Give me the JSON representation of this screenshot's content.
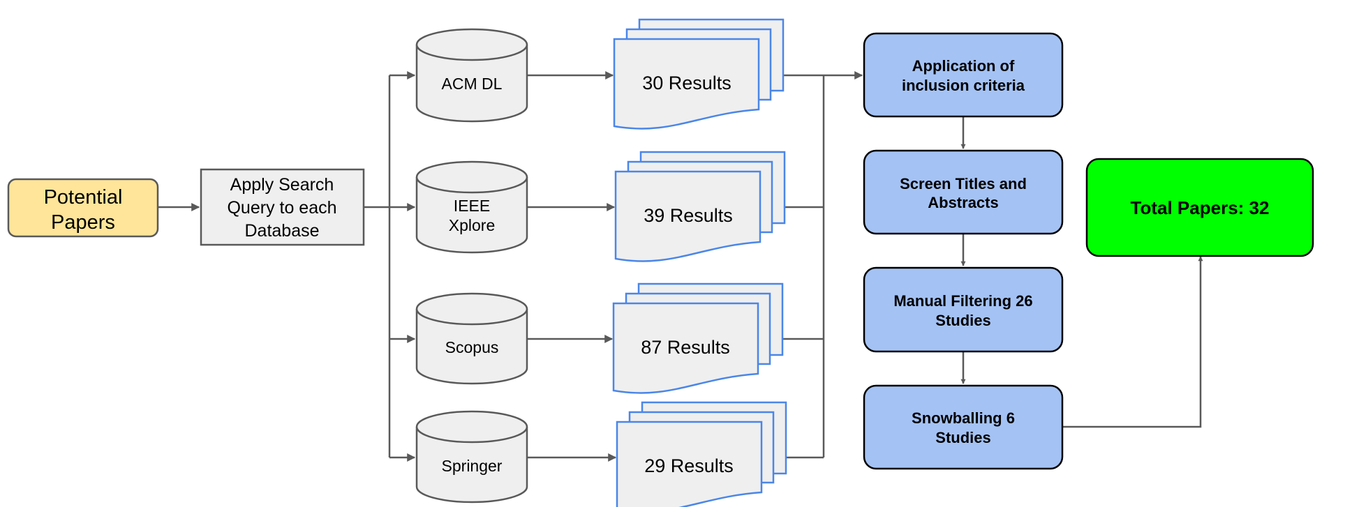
{
  "start": {
    "line1": "Potential",
    "line2": "Papers",
    "fill": "#ffe599"
  },
  "query": {
    "line1": "Apply Search",
    "line2": "Query to each",
    "line3": "Database"
  },
  "databases": [
    {
      "line1": "ACM DL",
      "line2": ""
    },
    {
      "line1": "IEEE",
      "line2": "Xplore"
    },
    {
      "line1": "Scopus",
      "line2": ""
    },
    {
      "line1": "Springer",
      "line2": ""
    }
  ],
  "results": [
    "30 Results",
    "39 Results",
    "87 Results",
    "29 Results"
  ],
  "steps": [
    {
      "line1": "Application of",
      "line2": "inclusion criteria"
    },
    {
      "line1": "Screen Titles and",
      "line2": "Abstracts"
    },
    {
      "line1": "Manual Filtering 26",
      "line2": "Studies"
    },
    {
      "line1": "Snowballing 6",
      "line2": "Studies"
    }
  ],
  "total": {
    "label": "Total Papers: 32",
    "fill": "#00ff00"
  },
  "colors": {
    "step_fill": "#a4c2f4",
    "doc_stroke": "#4a86e8",
    "line": "#595959",
    "box_fill": "#efefef"
  }
}
